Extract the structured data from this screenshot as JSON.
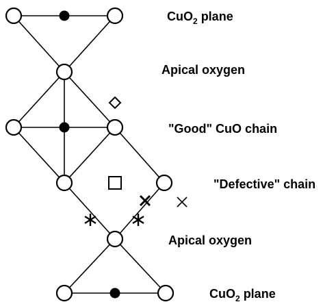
{
  "labels": {
    "cuo2_top_pre": "CuO",
    "cuo2_top_sub": "2",
    "cuo2_top_post": " plane",
    "apical_top": "Apical oxygen",
    "good_chain": "\"Good\" CuO chain",
    "defective_chain": "\"Defective\" chain",
    "apical_bottom": "Apical oxygen",
    "cuo2_bottom_pre": "CuO",
    "cuo2_bottom_sub": "2",
    "cuo2_bottom_post": " plane"
  },
  "symbols": {
    "open_circle": "oxygen-site-open",
    "solid_circle": "copper-site-filled",
    "diamond": "diamond-marker",
    "square": "square-marker",
    "cross": "x-marker",
    "asterisk": "asterisk-marker"
  }
}
